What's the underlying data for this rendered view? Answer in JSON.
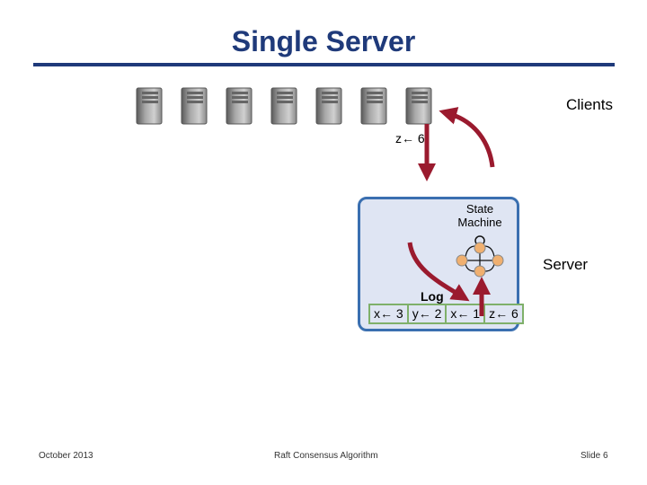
{
  "slide": {
    "title": "Single Server",
    "footer_left": "October 2013",
    "footer_center": "Raft Consensus Algorithm",
    "footer_right": "Slide 6"
  },
  "diagram": {
    "clients_label": "Clients",
    "command_label": "z← 6",
    "server_label": "Server",
    "state_machine_label_line1": "State",
    "state_machine_label_line2": "Machine",
    "log_label": "Log",
    "log_entries": [
      "x← 3",
      "y← 2",
      "x← 1",
      "z← 6"
    ],
    "client_count": 7,
    "colors": {
      "title": "#1f3a7a",
      "arrow": "#9a1a2e",
      "server_fill": "#dfe5f3",
      "server_border": "#3a6fb0",
      "log_border": "#7fb06a",
      "node_fill": "#f0b070"
    }
  }
}
